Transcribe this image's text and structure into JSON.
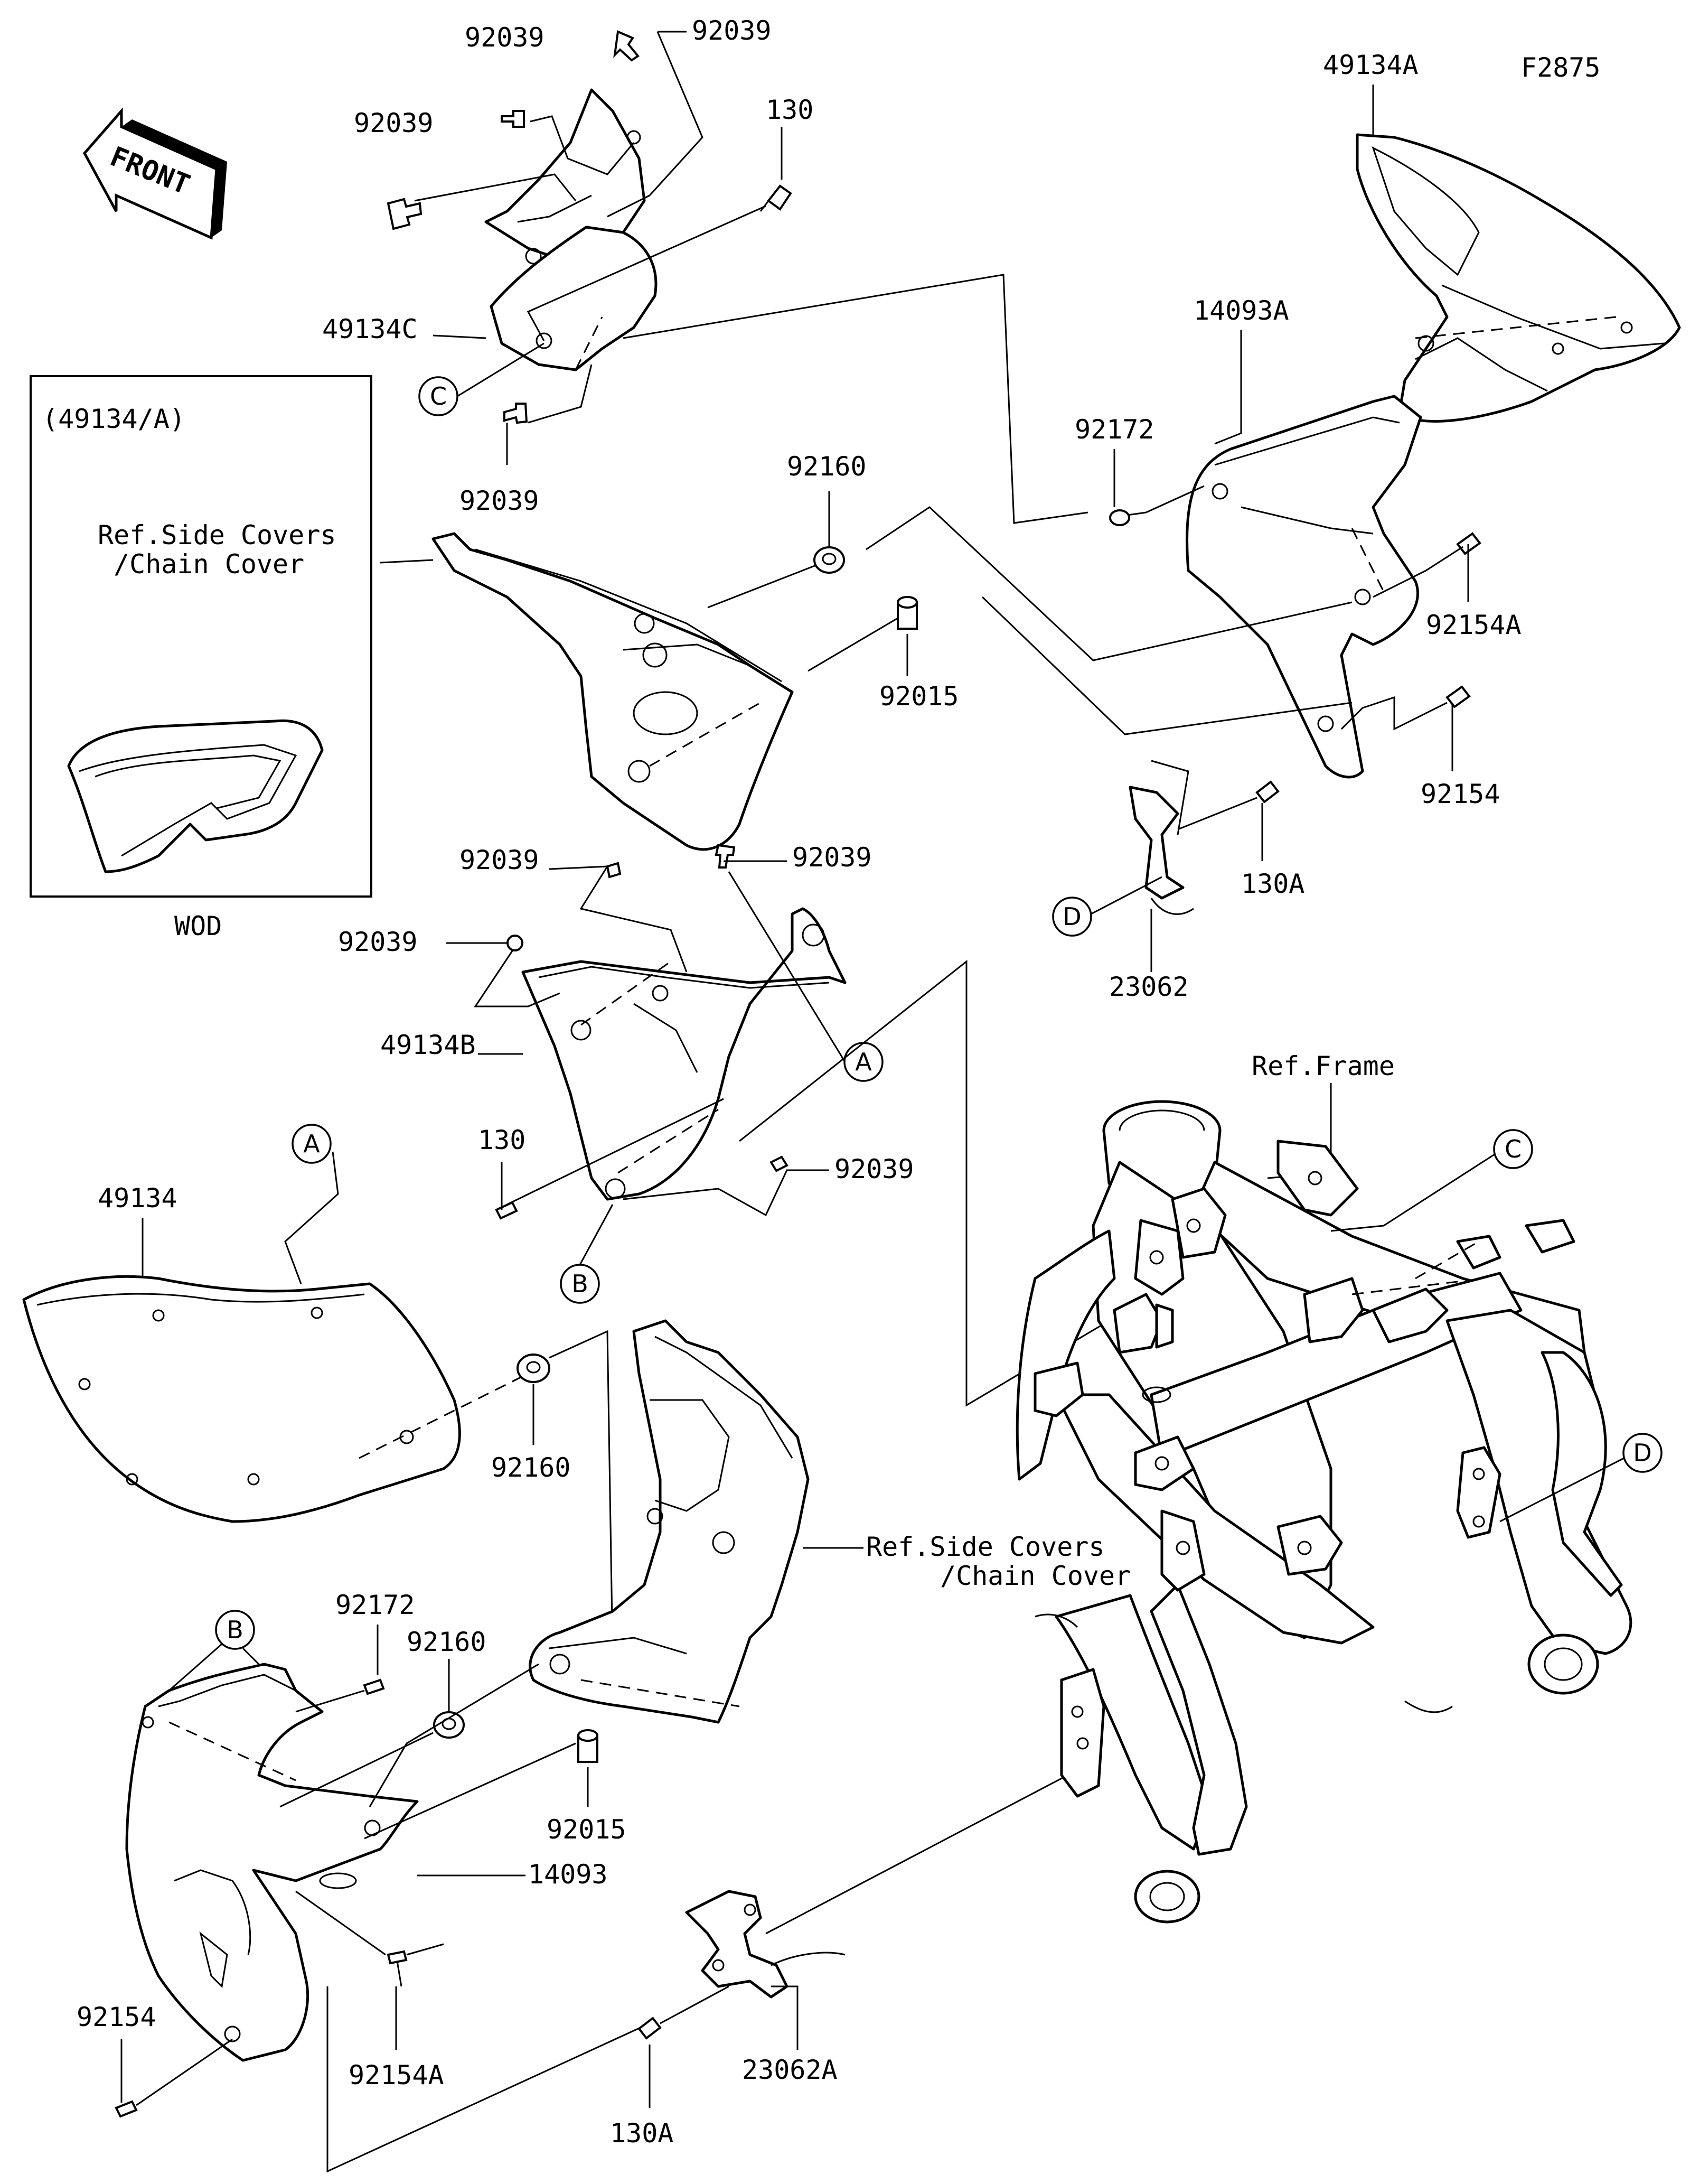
{
  "diagram_code": "F2875",
  "front_marker": "FRONT",
  "inset": {
    "title": "(49134/A)",
    "caption": "WOD"
  },
  "reference_labels": {
    "side_covers_top_line1": "Ref.Side Covers",
    "side_covers_top_line2": "/Chain Cover",
    "side_covers_bottom_line1": "Ref.Side Covers",
    "side_covers_bottom_line2": "/Chain Cover",
    "frame": "Ref.Frame"
  },
  "callouts": {
    "a": "A",
    "b": "B",
    "c": "C",
    "d": "D"
  },
  "parts": {
    "p92039_1": "92039",
    "p92039_2": "92039",
    "p92039_3": "92039",
    "p92039_4": "92039",
    "p92039_5": "92039",
    "p92039_6": "92039",
    "p92039_7": "92039",
    "p92039_8": "92039",
    "p130_1": "130",
    "p130_2": "130",
    "p49134A": "49134A",
    "p49134C": "49134C",
    "p49134B": "49134B",
    "p49134": "49134",
    "p14093A": "14093A",
    "p14093": "14093",
    "p92172_1": "92172",
    "p92172_2": "92172",
    "p92160_1": "92160",
    "p92160_2": "92160",
    "p92160_3": "92160",
    "p92015_1": "92015",
    "p92015_2": "92015",
    "p92154A_1": "92154A",
    "p92154A_2": "92154A",
    "p92154_1": "92154",
    "p92154_2": "92154",
    "p130A_1": "130A",
    "p130A_2": "130A",
    "p23062": "23062",
    "p23062A": "23062A"
  }
}
